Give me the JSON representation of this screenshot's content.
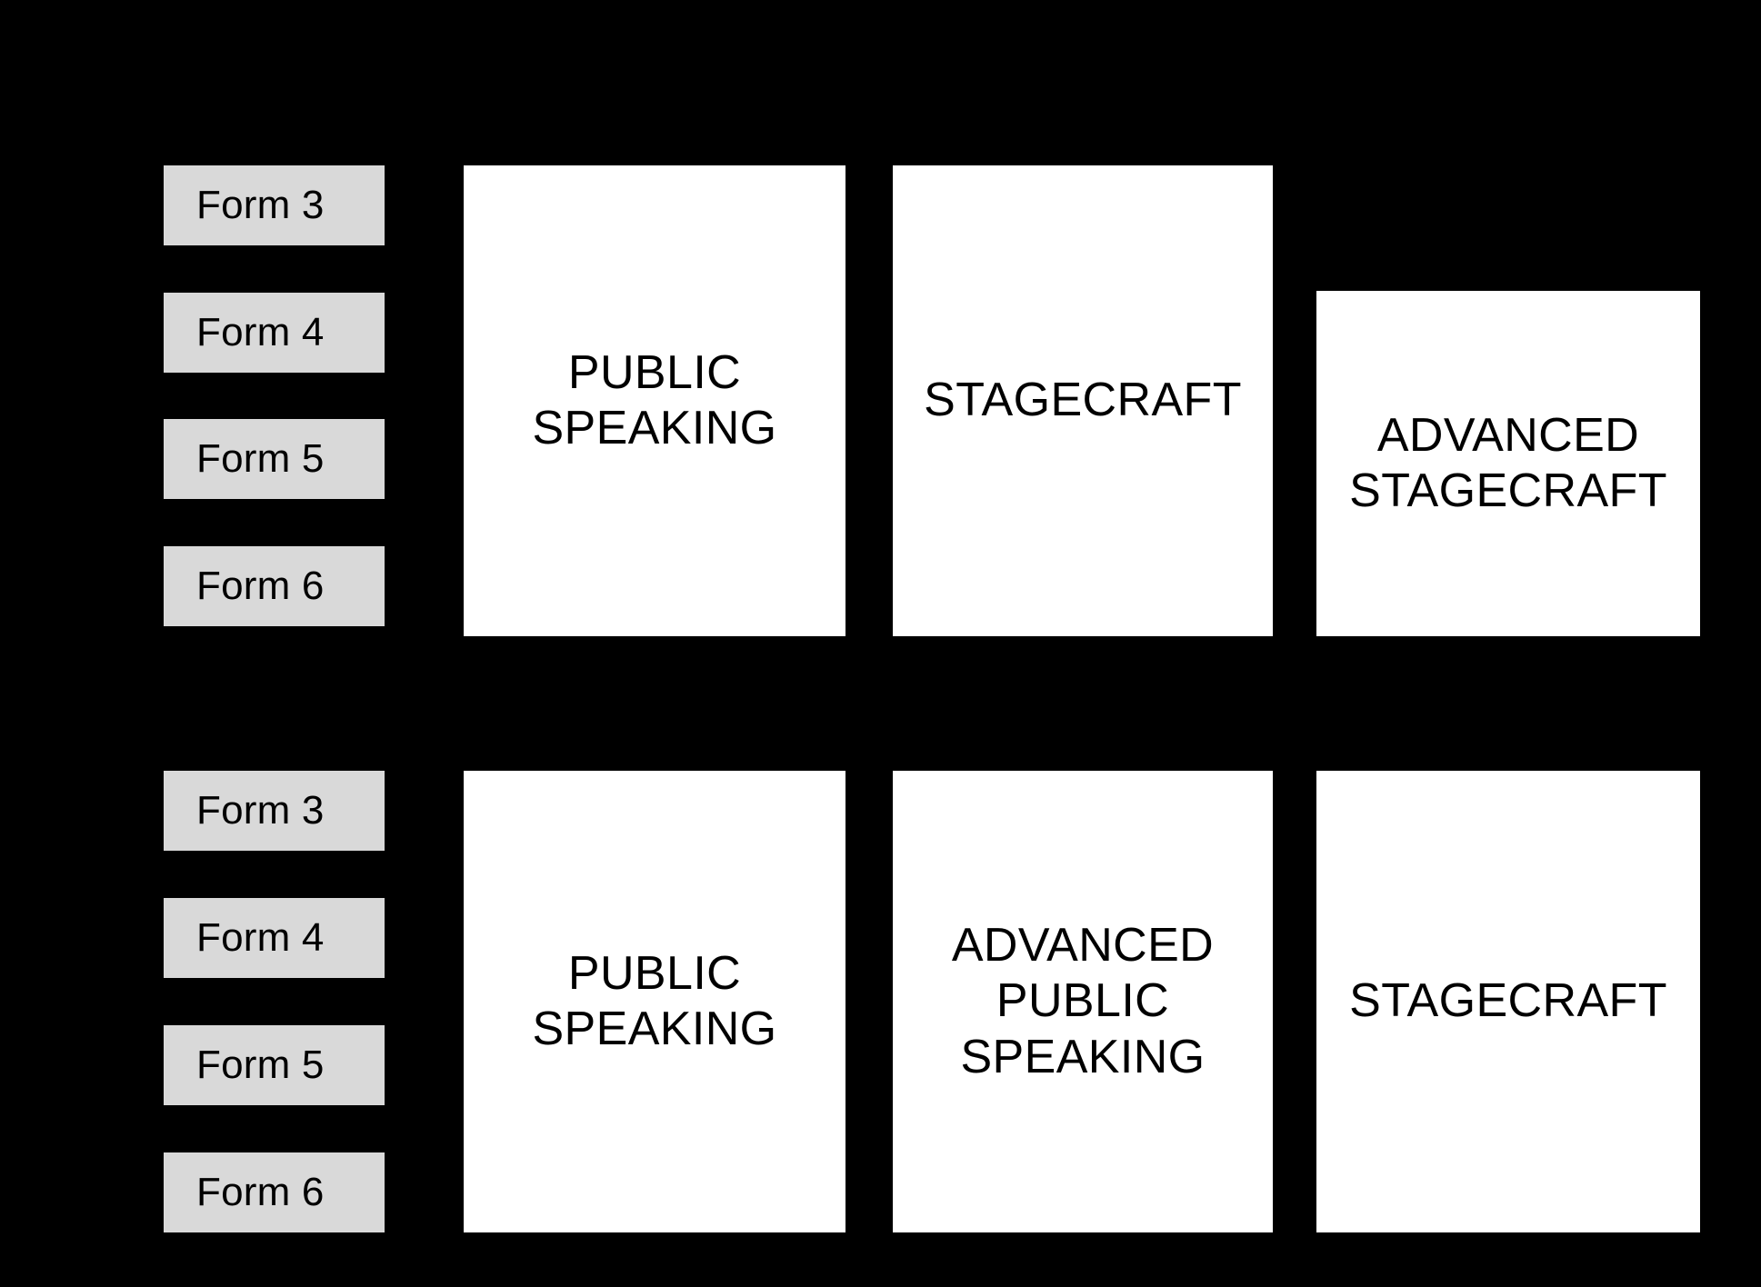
{
  "canvas": {
    "background_color": "#000000",
    "card_color": "#ffffff",
    "chip_color": "#d9d9d9",
    "text_color": "#000000"
  },
  "rows": [
    {
      "name": "pathway-row-1",
      "form_labels": [
        {
          "label": "Form 3"
        },
        {
          "label": "Form 4"
        },
        {
          "label": "Form 5"
        },
        {
          "label": "Form 6"
        }
      ],
      "courses": [
        {
          "name": "public-speaking",
          "label": "PUBLIC SPEAKING"
        },
        {
          "name": "stagecraft",
          "label": "STAGECRAFT"
        },
        {
          "name": "advanced-stagecraft",
          "label": "ADVANCED STAGECRAFT"
        }
      ]
    },
    {
      "name": "pathway-row-2",
      "form_labels": [
        {
          "label": "Form 3"
        },
        {
          "label": "Form 4"
        },
        {
          "label": "Form 5"
        },
        {
          "label": "Form 6"
        }
      ],
      "courses": [
        {
          "name": "public-speaking",
          "label": "PUBLIC SPEAKING"
        },
        {
          "name": "advanced-public-speaking",
          "label": "ADVANCED PUBLIC SPEAKING"
        },
        {
          "name": "stagecraft",
          "label": "STAGECRAFT"
        }
      ]
    }
  ]
}
